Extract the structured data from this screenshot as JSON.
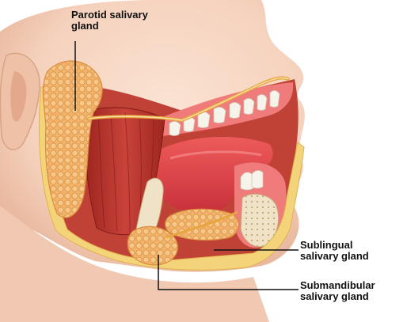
{
  "labels": {
    "parotid": {
      "line1": "Parotid salivary",
      "line2": "gland"
    },
    "sublingual": {
      "line1": "Sublingual",
      "line2": "salivary gland"
    },
    "submandibular": {
      "line1": "Submandibular",
      "line2": "salivary gland"
    }
  },
  "colors": {
    "skin": "#f5d2bd",
    "skin_shadow": "#e8b69d",
    "gland": "#f2b46c",
    "gland_dark": "#d98c3c",
    "muscle": "#b8332a",
    "muscle_dark": "#8e1f1a",
    "mouth": "#d94a4a",
    "tongue": "#e0454a",
    "gum": "#f07b7b",
    "teeth": "#f6f3ea",
    "bone": "#efe2c6",
    "duct": "#e7a640",
    "leader": "#111111"
  }
}
